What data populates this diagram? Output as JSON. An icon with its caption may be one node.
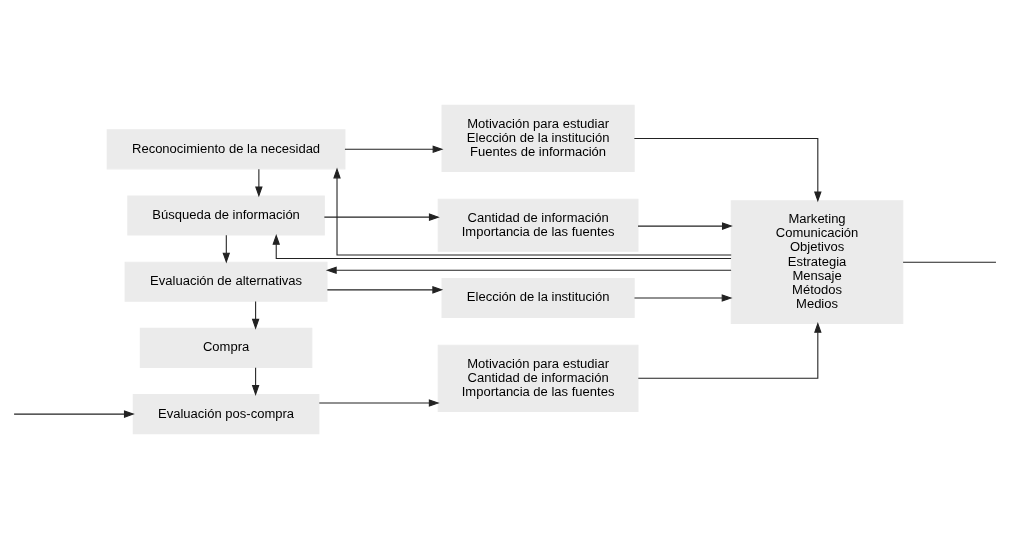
{
  "diagram": {
    "nodes": [
      {
        "text": [
          "Reconocimiento de la necesidad"
        ]
      },
      {
        "text": [
          "Motivación para estudiar",
          "Elección de la institución",
          "Fuentes de información"
        ]
      },
      {
        "text": [
          "Marketing",
          "Comunicación",
          "Objetivos",
          "Estrategia",
          "Mensaje",
          "Métodos",
          "Medios"
        ]
      },
      {
        "text": [
          "Búsqueda de información"
        ]
      },
      {
        "text": [
          "Cantidad de información",
          "Importancia de las fuentes"
        ]
      },
      {
        "text": [
          "Evaluación de alternativas"
        ]
      },
      {
        "text": [
          "Elección de la institución"
        ]
      },
      {
        "text": [
          "Compra"
        ]
      },
      {
        "text": [
          "Evaluación pos-compra"
        ]
      },
      {
        "text": [
          "Motivación para estudiar",
          "Cantidad de información",
          "Importancia de las fuentes"
        ]
      }
    ],
    "edges": [
      {
        "from": 0,
        "to": 1,
        "arrow": "to"
      },
      {
        "from": 1,
        "to": 2,
        "arrow": "to"
      },
      {
        "from": 2,
        "to": 0,
        "arrow": "to"
      },
      {
        "from": 0,
        "to": 3,
        "arrow": "to"
      },
      {
        "from": 3,
        "to": 4,
        "arrow": "to"
      },
      {
        "from": 4,
        "to": 2,
        "arrow": "to"
      },
      {
        "from": 2,
        "to": 3,
        "arrow": "to"
      },
      {
        "from": 3,
        "to": 5,
        "arrow": "to"
      },
      {
        "from": 5,
        "to": 6,
        "arrow": "to"
      },
      {
        "from": 6,
        "to": 2,
        "arrow": "to"
      },
      {
        "from": 2,
        "to": 5,
        "arrow": "to"
      },
      {
        "from": 5,
        "to": 7,
        "arrow": "to"
      },
      {
        "from": 7,
        "to": 8,
        "arrow": "to"
      },
      {
        "from": 8,
        "to": 9,
        "arrow": "to"
      },
      {
        "from": 9,
        "to": 2,
        "arrow": "to"
      },
      {
        "from": null,
        "to": 8,
        "arrow": "to"
      },
      {
        "from": 2,
        "to": null,
        "arrow": "none"
      }
    ]
  }
}
